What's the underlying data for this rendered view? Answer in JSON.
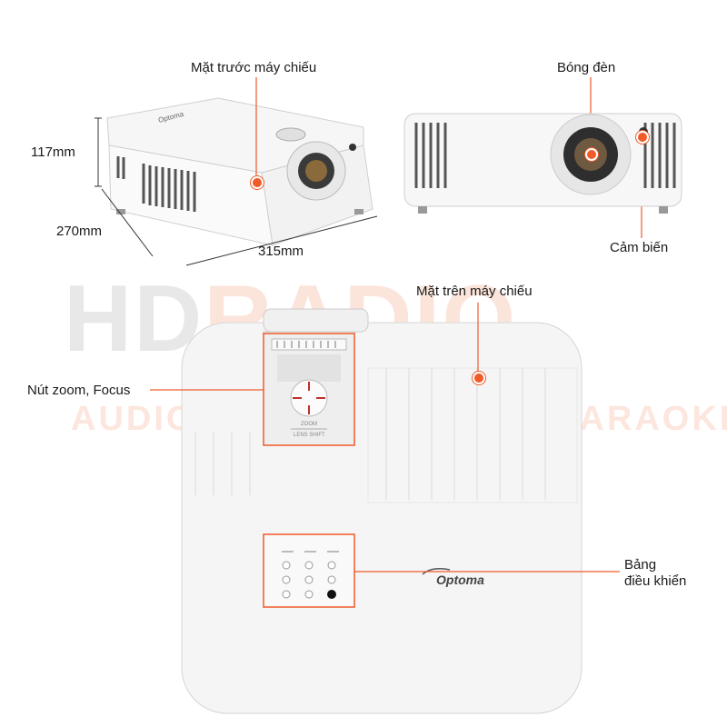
{
  "labels": {
    "front": "Mặt trước máy chiếu",
    "lamp": "Bóng đèn",
    "sensor": "Cảm biến",
    "top": "Mặt trên máy chiếu",
    "zoom_focus": "Nút zoom, Focus",
    "control_panel_line1": "Bảng",
    "control_panel_line2": "điều khiển"
  },
  "dimensions": {
    "height": "117mm",
    "depth": "270mm",
    "width": "315mm"
  },
  "watermark": {
    "hd": "HD",
    "radio": "RADIO",
    "tagline": "AUDIO - HOME CINEMA - KARAOKE"
  },
  "brand": "Optoma",
  "lens_panel": {
    "zoom": "ZOOM",
    "lens_shift": "LENS SHIFT"
  },
  "colors": {
    "accent": "#f15a29",
    "body": "#f4f4f4"
  }
}
